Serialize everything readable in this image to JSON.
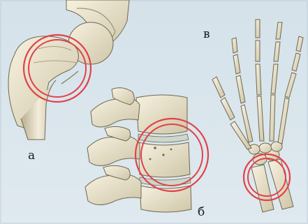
{
  "figure": {
    "labels": {
      "a": "а",
      "b": "б",
      "v": "в"
    },
    "panels": [
      {
        "name": "hip-joint",
        "highlight_color": "#e0424a"
      },
      {
        "name": "spine-vertebrae",
        "highlight_color": "#e0424a"
      },
      {
        "name": "hand-wrist",
        "highlight_color": "#e0424a"
      }
    ],
    "colors": {
      "background": "#d8e4ec",
      "bone": "#efe8d3",
      "bone_shadow": "#9c9276",
      "outline": "#6f6850",
      "highlight": "#e0424a"
    }
  }
}
